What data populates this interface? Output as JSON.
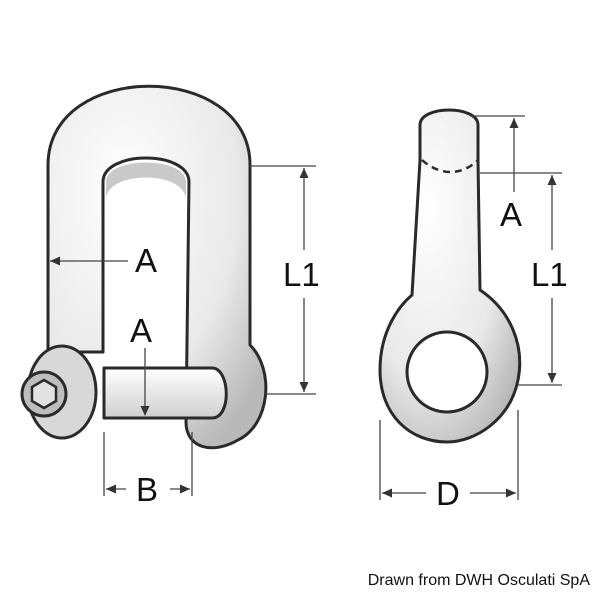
{
  "labels": {
    "a_left_outer": "A",
    "a_left_pin": "A",
    "l1_left": "L1",
    "b": "B",
    "a_right": "A",
    "l1_right": "L1",
    "d": "D"
  },
  "credit": "Drawn from DWH Osculati SpA"
}
